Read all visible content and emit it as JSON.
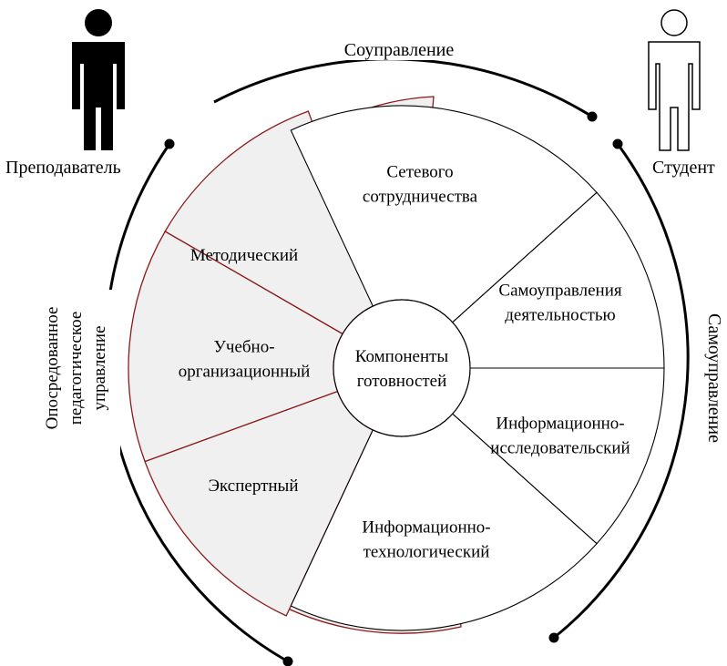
{
  "center_label": [
    "Компоненты",
    "готовностей"
  ],
  "roles": {
    "teacher": "Преподаватель",
    "student": "Студент"
  },
  "management": {
    "top": "Соуправление",
    "right": "Самоуправление",
    "left": [
      "Опосредованное",
      "педагогическое",
      "управление"
    ]
  },
  "teacher_segments": [
    {
      "id": "methodical",
      "lines": [
        "Методический"
      ]
    },
    {
      "id": "org",
      "lines": [
        "Учебно-",
        "организационный"
      ]
    },
    {
      "id": "expert",
      "lines": [
        "Экспертный"
      ]
    }
  ],
  "student_segments": [
    {
      "id": "network",
      "lines": [
        "Сетевого",
        "сотрудничества"
      ]
    },
    {
      "id": "selfmgmt",
      "lines": [
        "Самоуправления",
        "деятельностью"
      ]
    },
    {
      "id": "research",
      "lines": [
        "Информационно-",
        "исследовательский"
      ]
    },
    {
      "id": "tech",
      "lines": [
        "Информационно-",
        "технологический"
      ]
    }
  ],
  "colors": {
    "teacher_fill": "#f0f0f0",
    "teacher_stroke": "#8b1a1a",
    "student_fill": "#ffffff",
    "figure_teacher": "#000000",
    "figure_student": "#ffffff"
  }
}
